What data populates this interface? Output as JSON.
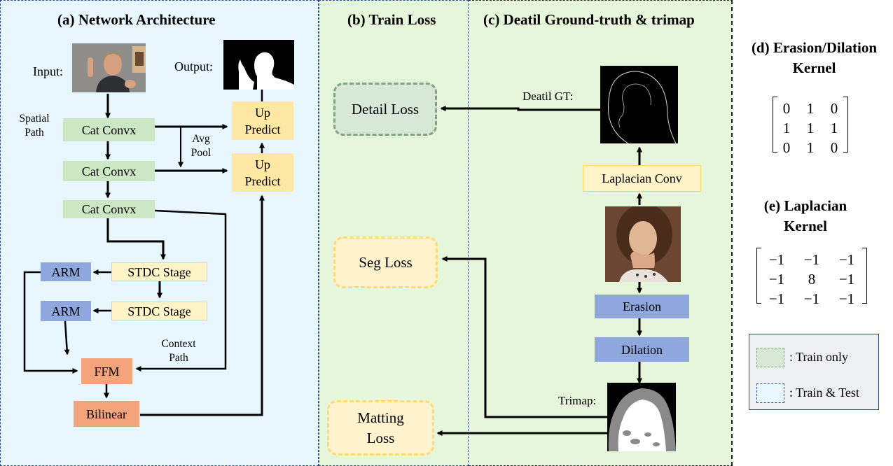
{
  "panels": {
    "a_title": "(a) Network Architecture",
    "b_title": "(b) Train Loss",
    "c_title": "(c) Deatil Ground-truth & trimap",
    "d_title_line1": "(d) Erasion/Dilation",
    "d_title_line2": "Kernel",
    "e_title_line1": "(e) Laplacian",
    "e_title_line2": "Kernel"
  },
  "network": {
    "input_label": "Input:",
    "output_label": "Output:",
    "spatial_path_line1": "Spatial",
    "spatial_path_line2": "Path",
    "avg_pool_line1": "Avg",
    "avg_pool_line2": "Pool",
    "context_path_line1": "Context",
    "context_path_line2": "Path",
    "cat_convx_1": "Cat Convx",
    "cat_convx_2": "Cat Convx",
    "cat_convx_3": "Cat Convx",
    "up_predict_1_line1": "Up",
    "up_predict_1_line2": "Predict",
    "up_predict_2_line1": "Up",
    "up_predict_2_line2": "Predict",
    "stdc_stage_1": "STDC Stage",
    "stdc_stage_2": "STDC Stage",
    "arm_1": "ARM",
    "arm_2": "ARM",
    "ffm": "FFM",
    "bilinear": "Bilinear"
  },
  "losses": {
    "detail_loss": "Detail Loss",
    "seg_loss": "Seg Loss",
    "matting_loss_line1": "Matting",
    "matting_loss_line2": "Loss"
  },
  "groundtruth": {
    "detail_gt_label": "Deatil GT:",
    "laplacian_conv": "Laplacian  Conv",
    "erasion": "Erasion",
    "dilation": "Dilation",
    "trimap_label": "Trimap:"
  },
  "kernels": {
    "erasion_dilation": [
      [
        "0",
        "1",
        "0"
      ],
      [
        "1",
        "1",
        "1"
      ],
      [
        "0",
        "1",
        "0"
      ]
    ],
    "laplacian": [
      [
        "−1",
        "−1",
        "−1"
      ],
      [
        "−1",
        "8",
        "−1"
      ],
      [
        "−1",
        "−1",
        "−1"
      ]
    ]
  },
  "legend": {
    "train_only": ": Train  only",
    "train_and_test": ": Train  &  Test",
    "train_only_color": "#d7e8d7",
    "train_and_test_color": "#e8f6fd"
  }
}
